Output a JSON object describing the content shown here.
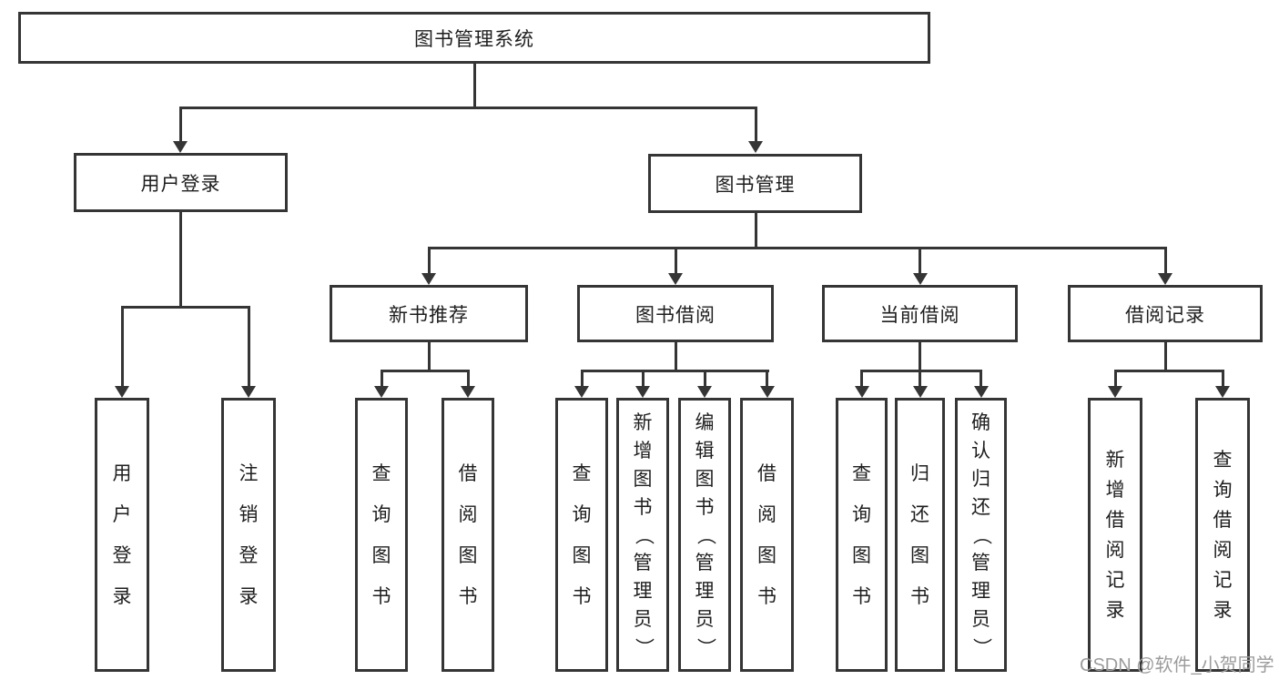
{
  "colors": {
    "line": "#353535",
    "text": "#1e1e1e",
    "watermark": "#9c9c9c",
    "background": "#ffffff"
  },
  "watermark": {
    "text": "CSDN @软件_小贺同学"
  },
  "diagram": {
    "root": "图书管理系统",
    "branches": {
      "user_login": {
        "label": "用户登录",
        "leaves": [
          "用户登录",
          "注销登录"
        ]
      },
      "book_management": {
        "label": "图书管理",
        "groups": {
          "new_book_recommend": {
            "label": "新书推荐",
            "leaves": [
              "查询图书",
              "借阅图书"
            ]
          },
          "book_borrow": {
            "label": "图书借阅",
            "leaves": [
              "查询图书",
              "新增图书（管理员）",
              "编辑图书（管理员）",
              "借阅图书"
            ]
          },
          "current_borrow": {
            "label": "当前借阅",
            "leaves": [
              "查询图书",
              "归还图书",
              "确认归还（管理员）"
            ]
          },
          "borrow_records": {
            "label": "借阅记录",
            "leaves": [
              "新增借阅记录",
              "查询借阅记录"
            ]
          }
        }
      }
    }
  }
}
